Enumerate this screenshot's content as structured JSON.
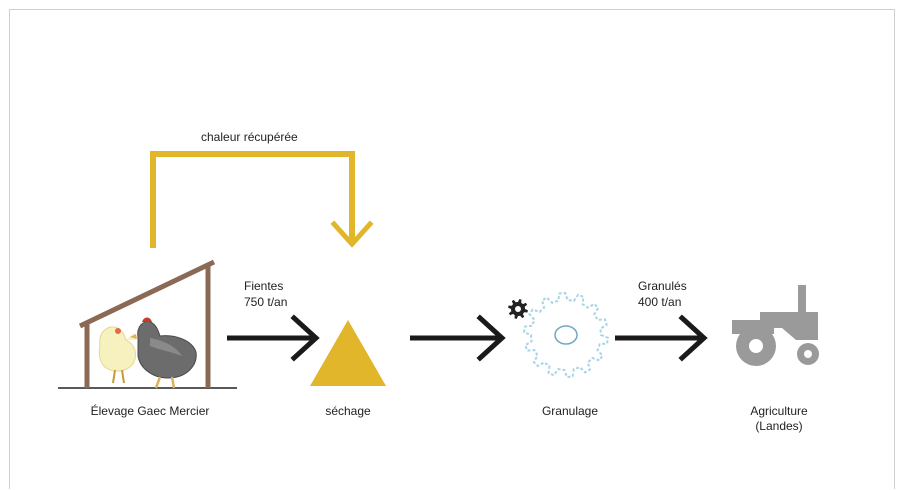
{
  "heat_label": "chaleur récupérée",
  "flow1": {
    "line1": "Fientes",
    "line2": "750 t/an"
  },
  "flow2": {
    "line1": "Granulés",
    "line2": "400 t/an"
  },
  "nodes": {
    "farm": "Élevage Gaec Mercier",
    "drying": "séchage",
    "pelleting": "Granulage",
    "agriculture_line1": "Agriculture",
    "agriculture_line2": "(Landes)"
  },
  "icons": {
    "farm": "chicken-shed-icon",
    "drying": "triangle-pile-icon",
    "pelleting": "gear-icon",
    "agriculture": "tractor-icon"
  },
  "colors": {
    "heat": "#e1b62a",
    "drying": "#e1b62a",
    "arrow": "#1a1a1a",
    "shed": "#8b6a55",
    "tractor": "#9a9a9a",
    "gear_outline": "#a9d4e8",
    "gear_small": "#222222"
  }
}
